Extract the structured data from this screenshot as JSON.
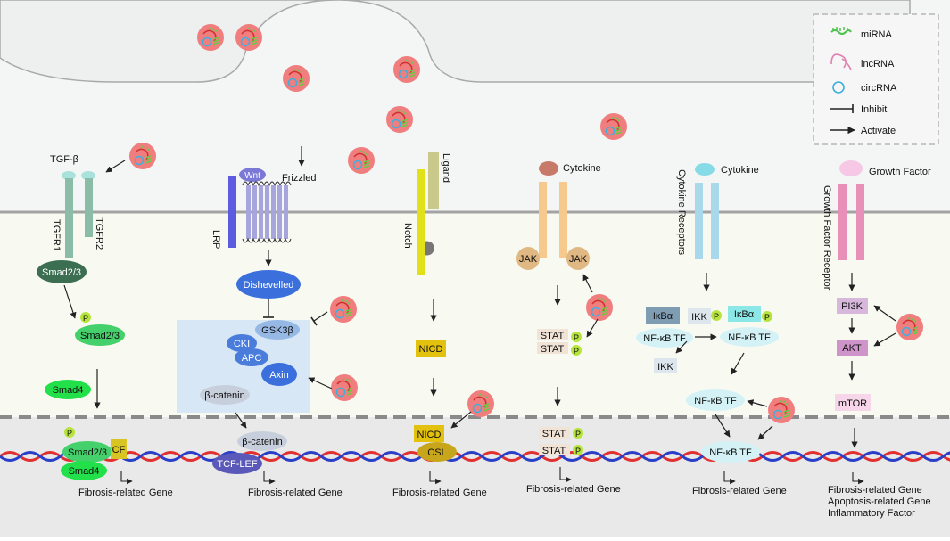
{
  "legend": {
    "mirna": "miRNA",
    "lncrna": "lncRNA",
    "circrna": "circRNA",
    "inhibit": "Inhibit",
    "activate": "Activate"
  },
  "tgf": {
    "ligand": "TGF-β",
    "receptor1": "TGFR1",
    "receptor2": "TGFR2",
    "smad23": "Smad2/3",
    "smad23_p": "Smad2/3",
    "smad4": "Smad4",
    "nuc_smad23": "Smad2/3",
    "nuc_smad4": "Smad4",
    "cf": "CF",
    "gene": "Fibrosis-related Gene"
  },
  "wnt": {
    "wnt": "Wnt",
    "frizzled": "Frizzled",
    "lrp": "LRP",
    "dishevelled": "Dishevelled",
    "gsk3b": "GSK3β",
    "cki": "CKI",
    "apc": "APC",
    "axin": "Axin",
    "bcatenin": "β-catenin",
    "nuc_bcatenin": "β-catenin",
    "tcf": "TCF-LEF",
    "gene": "Fibrosis-related Gene"
  },
  "notch": {
    "ligand": "Ligand",
    "receptor": "Notch",
    "nicd": "NICD",
    "nuc_nicd": "NICD",
    "csl": "CSL",
    "gene": "Fibrosis-related Gene"
  },
  "jak": {
    "cytokine": "Cytokine",
    "jak_left": "JAK",
    "jak_right": "JAK",
    "stat1": "STAT",
    "stat2": "STAT",
    "nuc_stat1": "STAT",
    "nuc_stat2": "STAT",
    "gene": "Fibrosis-related Gene"
  },
  "nfkb": {
    "cytokine": "Cytokine",
    "receptor": "Cytokine Receptors",
    "ikba_left": "IκBα",
    "nfkb_left": "NF-κB TF",
    "ikk_top": "IKK",
    "ikba_right": "IκBα",
    "nfkb_right": "NF-κB TF",
    "ikk_bottom": "IKK",
    "nfkb_mid": "NF-κB TF",
    "nuc_nfkb": "NF-κB TF",
    "gene": "Fibrosis-related Gene"
  },
  "pi3k": {
    "ligand": "Growth Factor",
    "receptor": "Growth Factor Receptor",
    "pi3k": "PI3K",
    "akt": "AKT",
    "mtor": "mTOR",
    "gene1": "Fibrosis-related Gene",
    "gene2": "Apoptosis-related Gene",
    "gene3": "Inflammatory Factor"
  },
  "phospho": "P"
}
